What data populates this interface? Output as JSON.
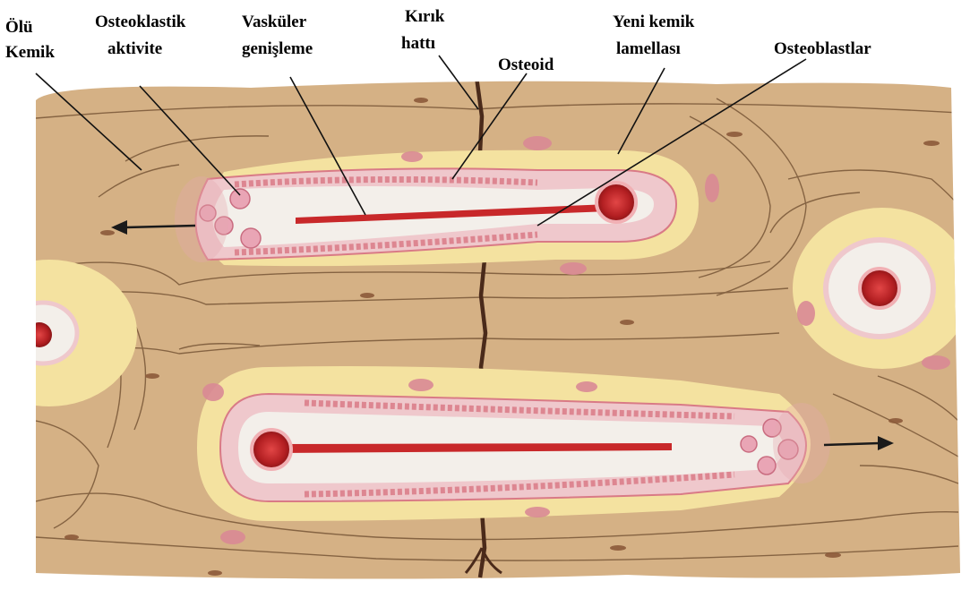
{
  "labels": {
    "olu_kemik": [
      "Ölü",
      "Kemik"
    ],
    "osteoklastik": [
      "Osteoklastik",
      "aktivite"
    ],
    "vaskuler": [
      "Vasküler",
      "genişleme"
    ],
    "kirik": [
      "Kırık",
      "hattı"
    ],
    "osteoid": "Osteoid",
    "yeni_kemik": [
      "Yeni kemik",
      "lamellası"
    ],
    "osteoblastlar": "Osteoblastlar"
  },
  "colors": {
    "bone": "#d8b58a",
    "lamella_line": "#6b4a2c",
    "fracture": "#4a2a1a",
    "new_bone": "#f4e2a0",
    "osteoid": "#efc8cc",
    "osteoblast": "#d97a86",
    "canal": "#f3efea",
    "vessel": "#c8282a"
  }
}
